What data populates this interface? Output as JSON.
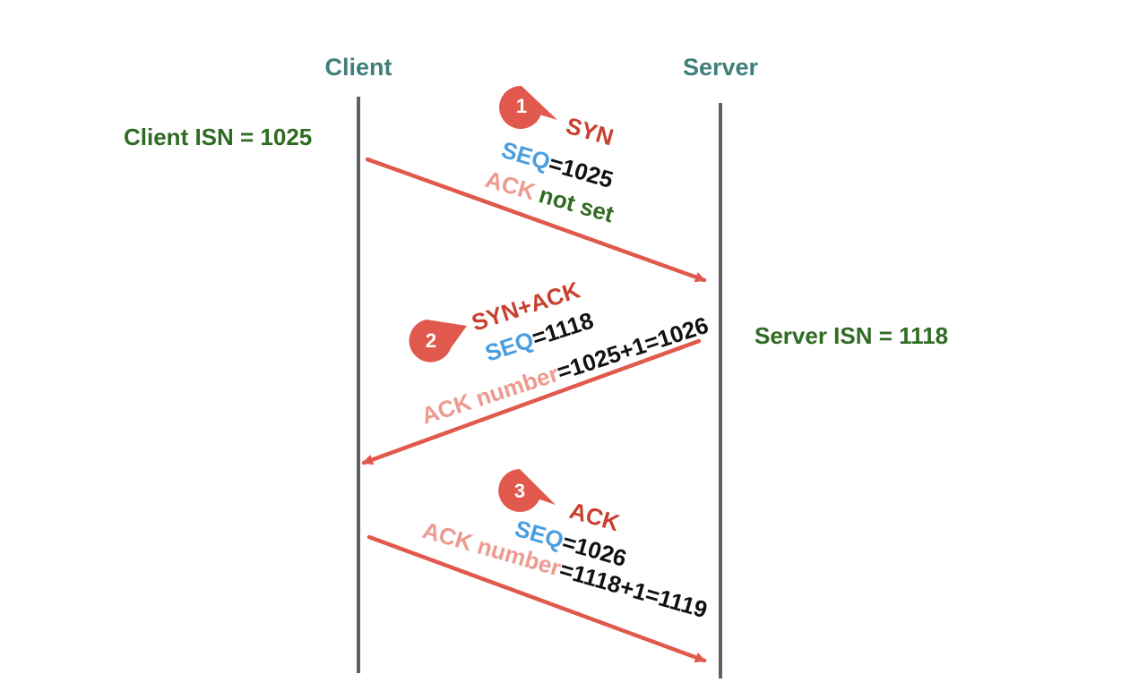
{
  "client_label": "Client",
  "server_label": "Server",
  "client_isn": "Client ISN = 1025",
  "server_isn": "Server ISN = 1118",
  "steps": [
    {
      "number": "1",
      "flag": "SYN",
      "seq_label": "SEQ",
      "seq_value": "=1025",
      "ack_label": "ACK",
      "ack_value": "not set"
    },
    {
      "number": "2",
      "flag": "SYN+ACK",
      "seq_label": "SEQ",
      "seq_value": "=1118",
      "ack_label": "ACK number",
      "ack_value": "=1025+1=1026"
    },
    {
      "number": "3",
      "flag": "ACK",
      "seq_label": "SEQ",
      "seq_value": "=1026",
      "ack_label": "ACK number",
      "ack_value": "=1118+1=1119"
    }
  ],
  "colors": {
    "header": "#3f7f79",
    "isn": "#2f6b22",
    "flag": "#c8402f",
    "seq": "#4a9ee0",
    "ack": "#ee9a8f",
    "arrow": "#e0594c",
    "lifeline": "#606060"
  }
}
